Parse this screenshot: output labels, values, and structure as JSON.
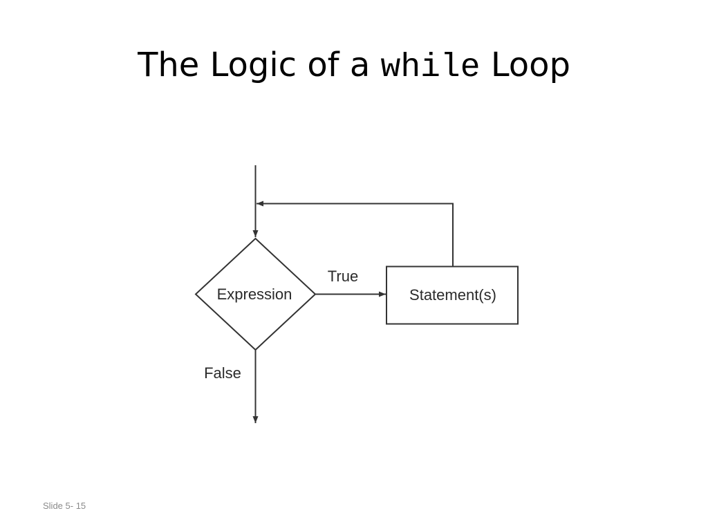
{
  "title": {
    "before_code": "The Logic of a",
    "code": "while",
    "after_code": "Loop"
  },
  "flowchart": {
    "decision_label": "Expression",
    "process_label": "Statement(s)",
    "true_label": "True",
    "false_label": "False"
  },
  "footer": {
    "slide_number": "Slide 5- 15"
  }
}
